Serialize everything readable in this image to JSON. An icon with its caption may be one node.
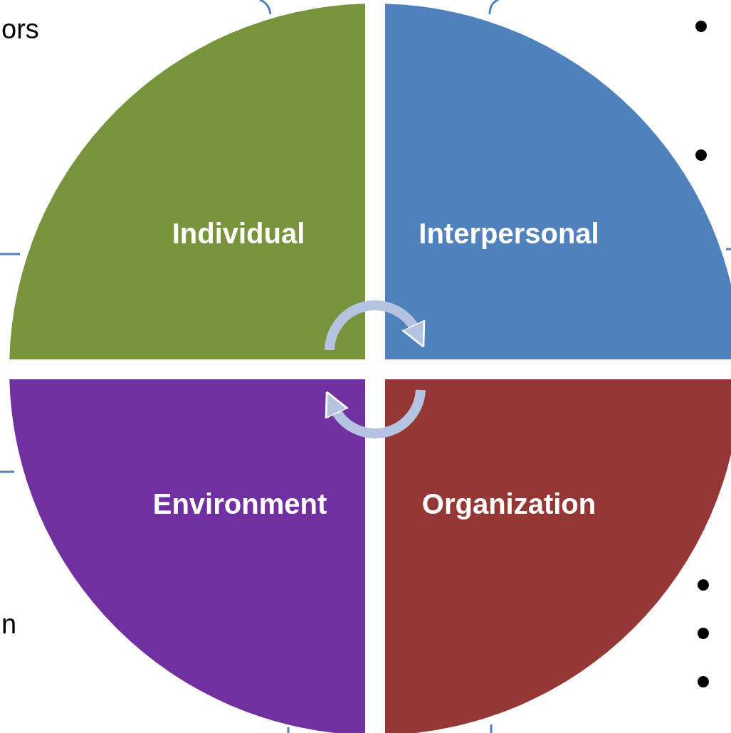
{
  "diagram": {
    "nodes": [
      {
        "text": [
          "Individual"
        ]
      },
      {
        "text": [
          "Interpersonal"
        ]
      },
      {
        "text": [
          "Environment"
        ]
      },
      {
        "text": [
          "Organization"
        ]
      }
    ],
    "edges": [
      {
        "from": 0,
        "to": 1,
        "arrow": "to"
      },
      {
        "from": 3,
        "to": 2,
        "arrow": "to"
      }
    ],
    "labels": [
      "ors",
      "n"
    ]
  }
}
